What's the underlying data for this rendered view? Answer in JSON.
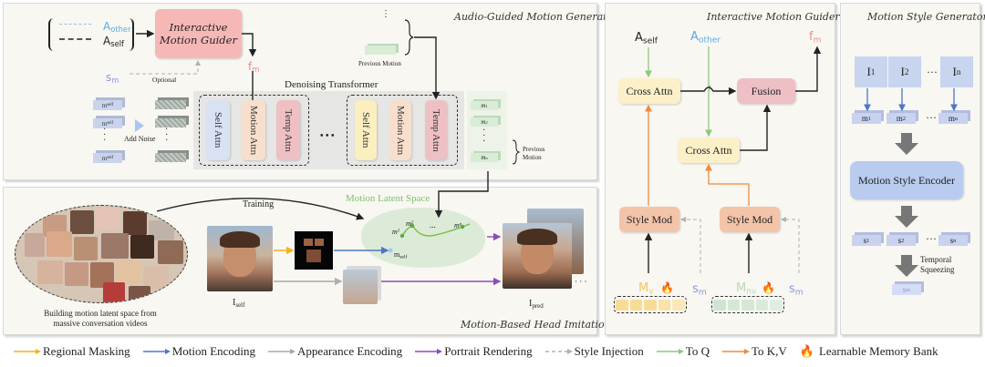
{
  "colors": {
    "regional_masking": "#f5b21a",
    "motion_encoding": "#4a78c8",
    "appearance_encoding": "#a8a8a8",
    "portrait_rendering": "#8a4fb8",
    "style_injection": "#b0b0b0",
    "to_q": "#8cc97a",
    "to_kv": "#f08a3c",
    "a_other": "#5aa9e6",
    "f_m": "#f08c8c",
    "s_m": "#8c96e8",
    "m_v": "#f3c75c",
    "m_nv": "#b7d9b5"
  },
  "audio_guided": {
    "title": "Audio-Guided Motion Generation",
    "a_other": {
      "base": "A",
      "sub": "other"
    },
    "a_self": {
      "base": "A",
      "sub": "self"
    },
    "guider_label_line1": "Interactive",
    "guider_label_line2": "Motion Guider",
    "f_m": {
      "base": "f",
      "sub": "m"
    },
    "s_m": {
      "base": "s",
      "sub": "m"
    },
    "optional_label": "Optional",
    "previous_motion_top_label": "Previous Motion",
    "denoising_title": "Denoising Transformer",
    "add_noise_label": "Add Noise",
    "m_self_tokens": [
      {
        "base": "m",
        "sub": "self"
      },
      {
        "base": "m",
        "sub": "self"
      },
      {
        "base": "m",
        "sub": "self"
      }
    ],
    "block1": [
      "Self Attn",
      "Motion Attn",
      "Temp Attn"
    ],
    "block2": [
      "Self Attn",
      "Motion Attn",
      "Temp Attn"
    ],
    "ellipsis": "• • •",
    "output_tokens": [
      {
        "base": "m",
        "sup": "1"
      },
      {
        "base": "m",
        "sup": "2"
      },
      {
        "base": "m",
        "sup": "n"
      }
    ],
    "previous_motion_right_label_line1": "Previous",
    "previous_motion_right_label_line2": "Motion"
  },
  "head_imitation": {
    "title": "Motion-Based Head Imitation",
    "caption_line1": "Building motion latent space from",
    "caption_line2": "massive conversation videos",
    "training_label": "Training",
    "latent_space_label": "Motion Latent Space",
    "i_self": {
      "base": "I",
      "sub": "self"
    },
    "i_pred": {
      "base": "I",
      "sub": "pred"
    },
    "m_self": {
      "base": "m",
      "sub": "self"
    },
    "trajectory_points": [
      {
        "base": "m",
        "sup": "1"
      },
      {
        "base": "m",
        "sup": "2"
      },
      {
        "base": "m",
        "sup": "n"
      }
    ],
    "trajectory_ellipsis": "..."
  },
  "motion_guider": {
    "title": "Interactive Motion Guider",
    "a_self": {
      "base": "A",
      "sub": "self"
    },
    "a_other": {
      "base": "A",
      "sub": "other"
    },
    "f_m": {
      "base": "f",
      "sub": "m"
    },
    "cross_attn_1": "Cross Attn",
    "cross_attn_2": "Cross Attn",
    "fusion": "Fusion",
    "style_mod_1": "Style Mod",
    "style_mod_2": "Style Mod",
    "m_v": {
      "base": "M",
      "sub": "v"
    },
    "m_nv": {
      "base": "M",
      "sub": "nv"
    },
    "s_m_1": {
      "base": "s",
      "sub": "m"
    },
    "s_m_2": {
      "base": "s",
      "sub": "m"
    }
  },
  "style_generator": {
    "title": "Motion Style Generator",
    "images": [
      {
        "base": "I",
        "sub": "1"
      },
      {
        "base": "I",
        "sub": "2"
      },
      {
        "base": "I",
        "sub": "n"
      }
    ],
    "motions": [
      {
        "base": "m",
        "sub": "1"
      },
      {
        "base": "m",
        "sub": "2"
      },
      {
        "base": "m",
        "sub": "n"
      }
    ],
    "encoder_label": "Motion Style Encoder",
    "styles": [
      {
        "base": "s",
        "sub": "1"
      },
      {
        "base": "s",
        "sub": "2"
      },
      {
        "base": "s",
        "sub": "n"
      }
    ],
    "squeeze_label_line1": "Temporal",
    "squeeze_label_line2": "Squeezing",
    "s_m": {
      "base": "s",
      "sub": "m"
    },
    "ellipsis": "···"
  },
  "legend": [
    {
      "label": "Regional Masking",
      "color_key": "regional_masking",
      "style": "solid"
    },
    {
      "label": "Motion Encoding",
      "color_key": "motion_encoding",
      "style": "solid"
    },
    {
      "label": "Appearance Encoding",
      "color_key": "appearance_encoding",
      "style": "solid"
    },
    {
      "label": "Portrait Rendering",
      "color_key": "portrait_rendering",
      "style": "solid"
    },
    {
      "label": "Style Injection",
      "color_key": "style_injection",
      "style": "dashed"
    },
    {
      "label": "To Q",
      "color_key": "to_q",
      "style": "solid"
    },
    {
      "label": "To K,V",
      "color_key": "to_kv",
      "style": "solid"
    },
    {
      "label": "Learnable Memory Bank",
      "color_key": "",
      "style": "fire"
    }
  ]
}
